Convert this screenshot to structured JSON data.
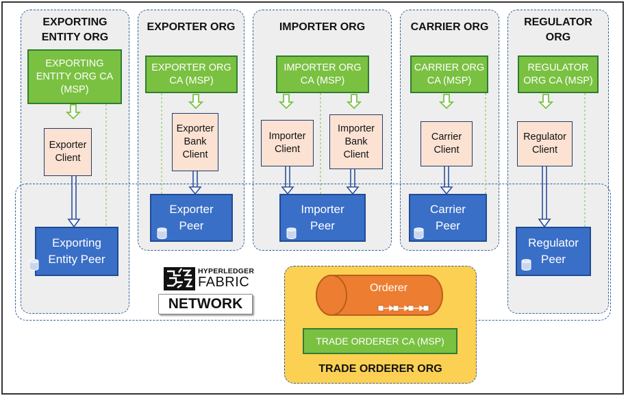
{
  "orgs": {
    "exporting_entity": {
      "title": "EXPORTING\nENTITY ORG",
      "ca": "EXPORTING\nENTITY ORG CA\n(MSP)",
      "client": "Exporter\nClient",
      "peer": "Exporting\nEntity Peer"
    },
    "exporter": {
      "title": "EXPORTER ORG",
      "ca": "EXPORTER ORG\nCA (MSP)",
      "client": "Exporter\nBank\nClient",
      "peer": "Exporter\nPeer"
    },
    "importer": {
      "title": "IMPORTER ORG",
      "ca": "IMPORTER ORG\nCA (MSP)",
      "client1": "Importer\nClient",
      "client2": "Importer\nBank\nClient",
      "peer": "Importer\nPeer"
    },
    "carrier": {
      "title": "CARRIER ORG",
      "ca": "CARRIER ORG\nCA (MSP)",
      "client": "Carrier\nClient",
      "peer": "Carrier\nPeer"
    },
    "regulator": {
      "title": "REGULATOR\nORG",
      "ca": "REGULATOR\nORG CA (MSP)",
      "client": "Regulator\nClient",
      "peer": "Regulator\nPeer"
    }
  },
  "trade_orderer": {
    "orderer_label": "Orderer",
    "ca": "TRADE ORDERER CA (MSP)",
    "title": "TRADE ORDERER ORG"
  },
  "logo": {
    "hyperledger": "HYPERLEDGER",
    "fabric": "FABRIC",
    "network": "NETWORK"
  },
  "colors": {
    "ca_green": "#7ac142",
    "peer_blue": "#3a6fc7",
    "client_peach": "#fbe2d3",
    "orderer_orange": "#ed7d31",
    "orderer_org_yellow": "#fcd052",
    "dashed_border": "#2e5f9e"
  }
}
